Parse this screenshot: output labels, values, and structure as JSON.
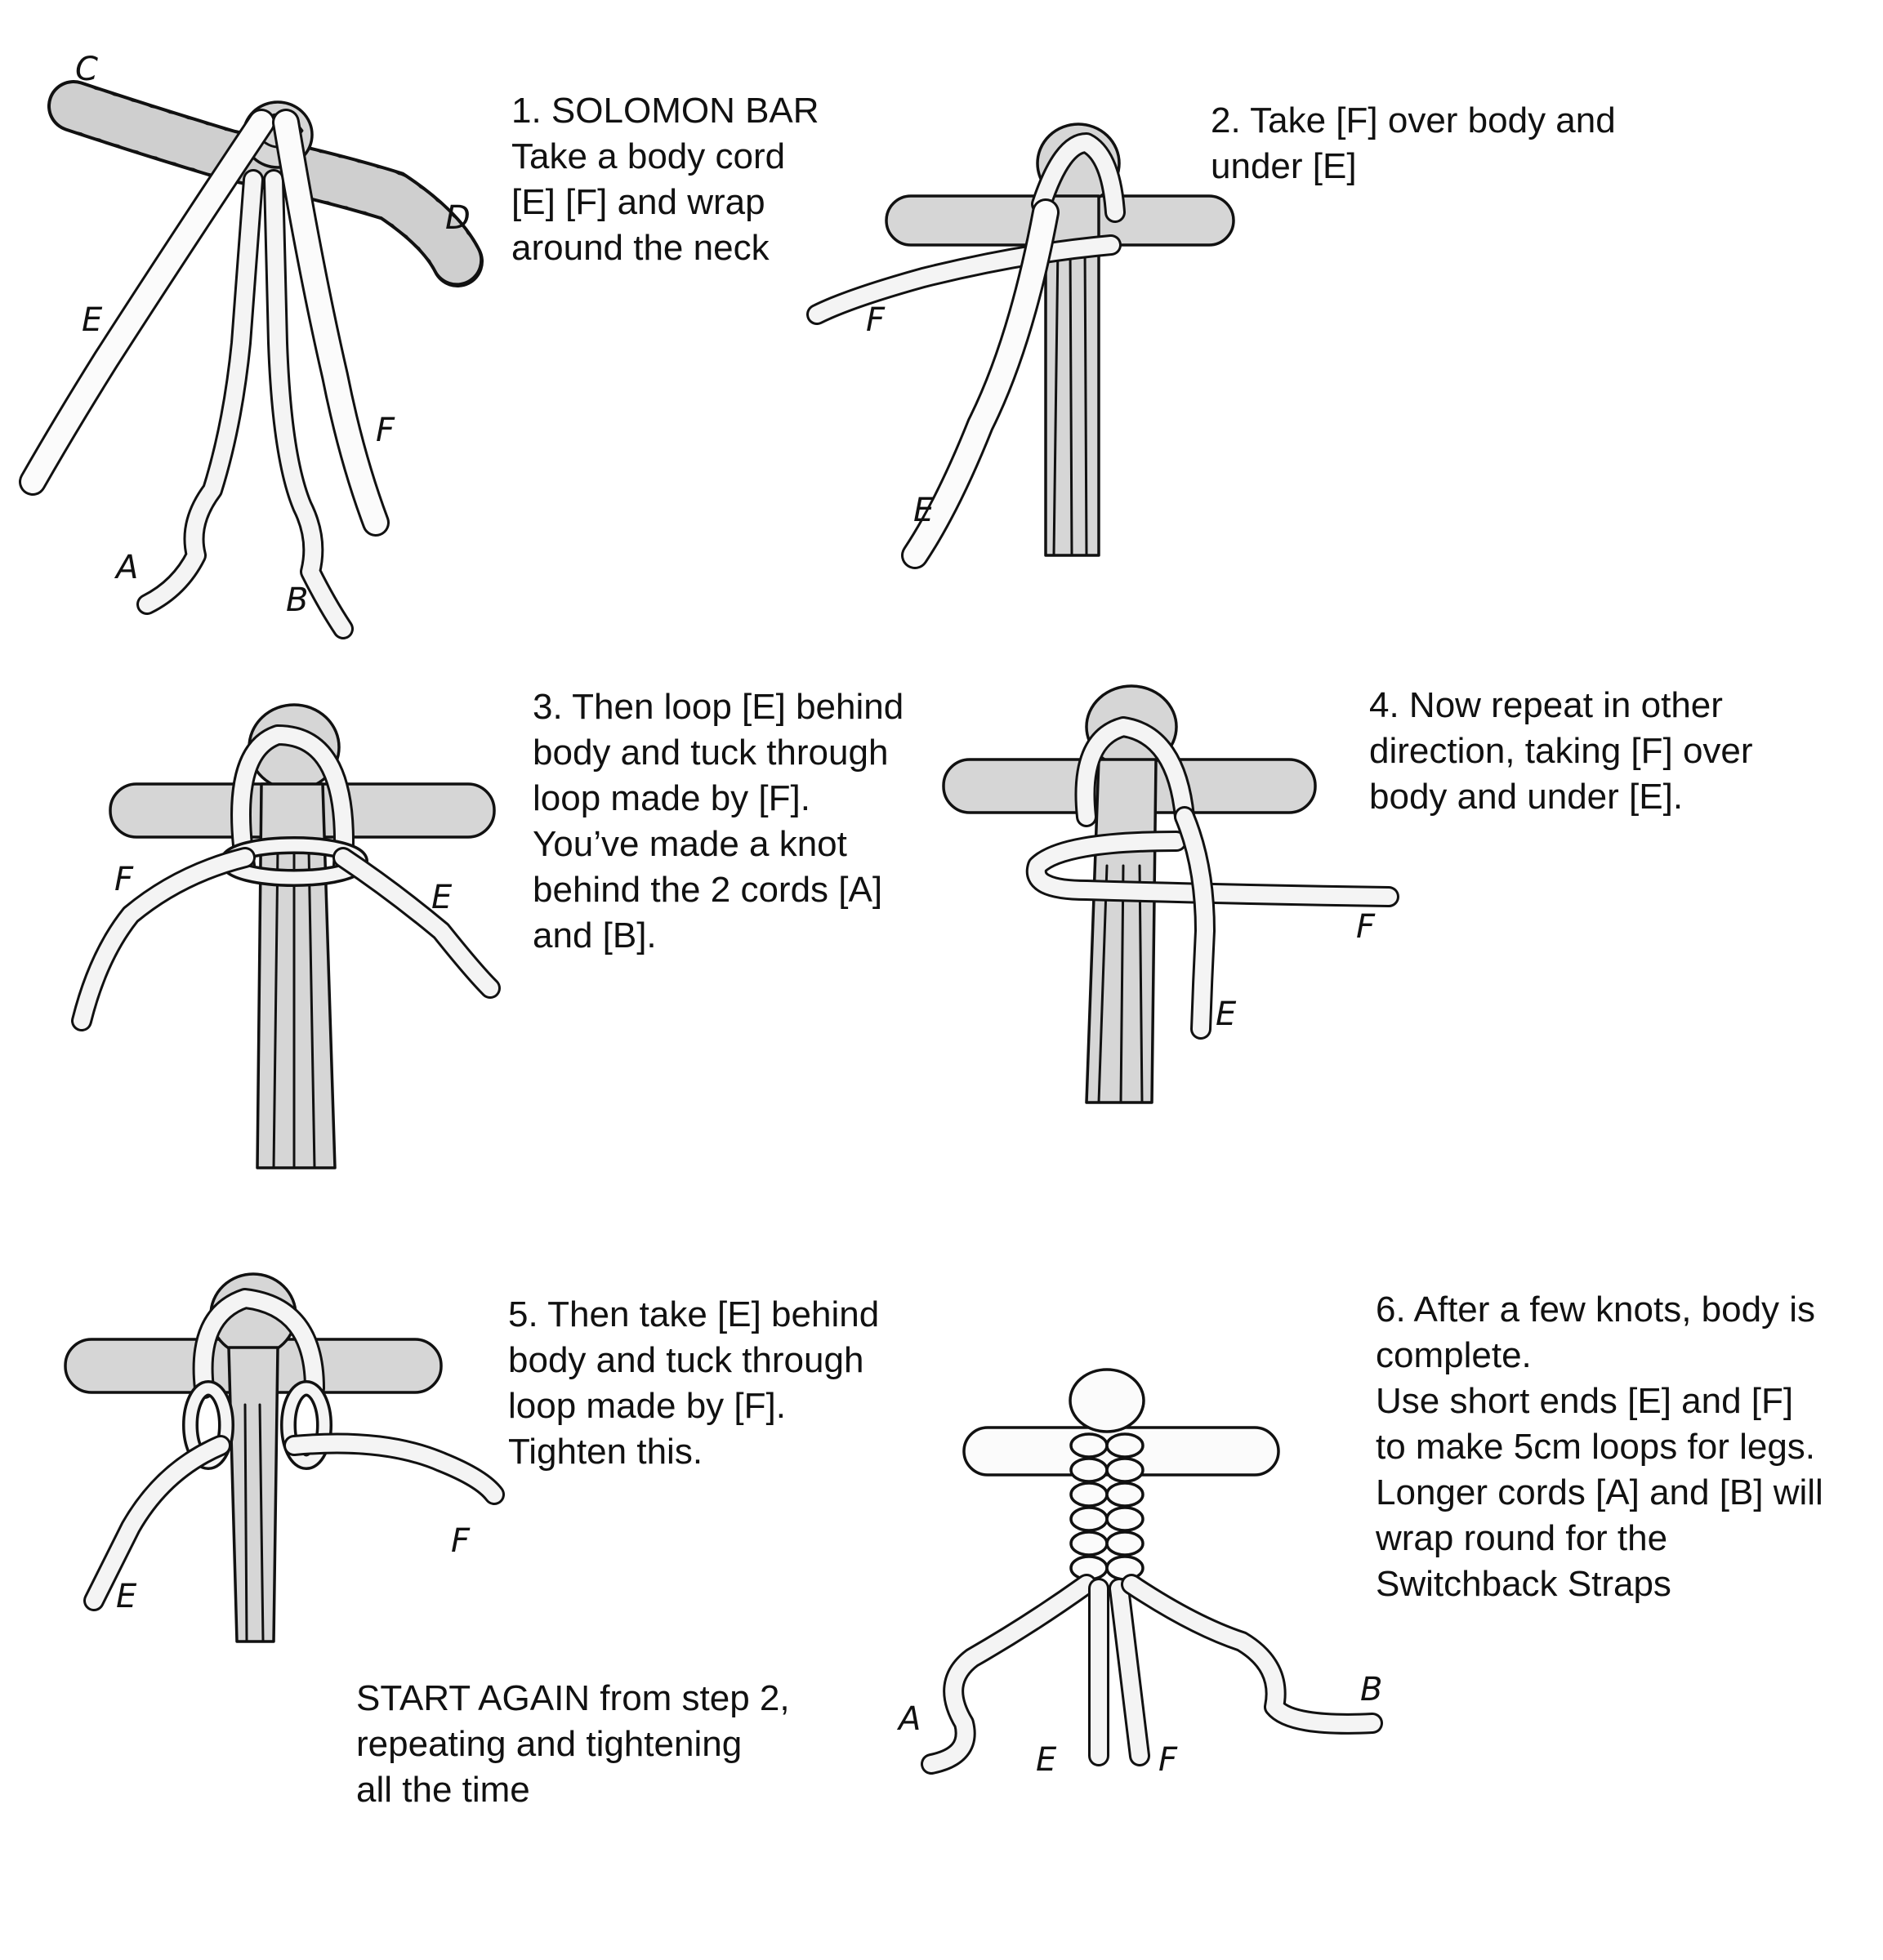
{
  "steps": [
    {
      "lines": [
        "1. SOLOMON BAR",
        "Take a body cord",
        "[E] [F] and wrap",
        "around the neck"
      ]
    },
    {
      "lines": [
        "2. Take [F] over body and",
        "under [E]"
      ]
    },
    {
      "lines": [
        "3. Then loop [E] behind",
        "body and tuck through",
        "loop made by [F].",
        "You’ve made a knot",
        "behind the 2 cords [A]",
        "and [B]."
      ]
    },
    {
      "lines": [
        "4. Now repeat in other",
        "direction, taking [F] over",
        "body and under [E]."
      ]
    },
    {
      "lines": [
        "5. Then take [E] behind",
        "body and tuck through",
        "loop made by [F].",
        "Tighten this."
      ]
    },
    {
      "lines": [
        "6. After a few knots, body is",
        "complete.",
        "Use short ends [E] and [F]",
        "to make 5cm loops for legs.",
        "Longer cords [A] and [B] will",
        "wrap round for the",
        "Switchback Straps"
      ]
    }
  ],
  "repeat_note": {
    "lines": [
      "START AGAIN from step 2,",
      "repeating and tightening",
      "all the time"
    ]
  },
  "cord_labels": {
    "fig1": [
      "C",
      "D",
      "E",
      "F",
      "A",
      "B"
    ],
    "fig2": [
      "F",
      "E"
    ],
    "fig3": [
      "F",
      "E"
    ],
    "fig4": [
      "F",
      "E"
    ],
    "fig5": [
      "E",
      "F"
    ],
    "fig6": [
      "A",
      "E",
      "F",
      "B"
    ]
  }
}
